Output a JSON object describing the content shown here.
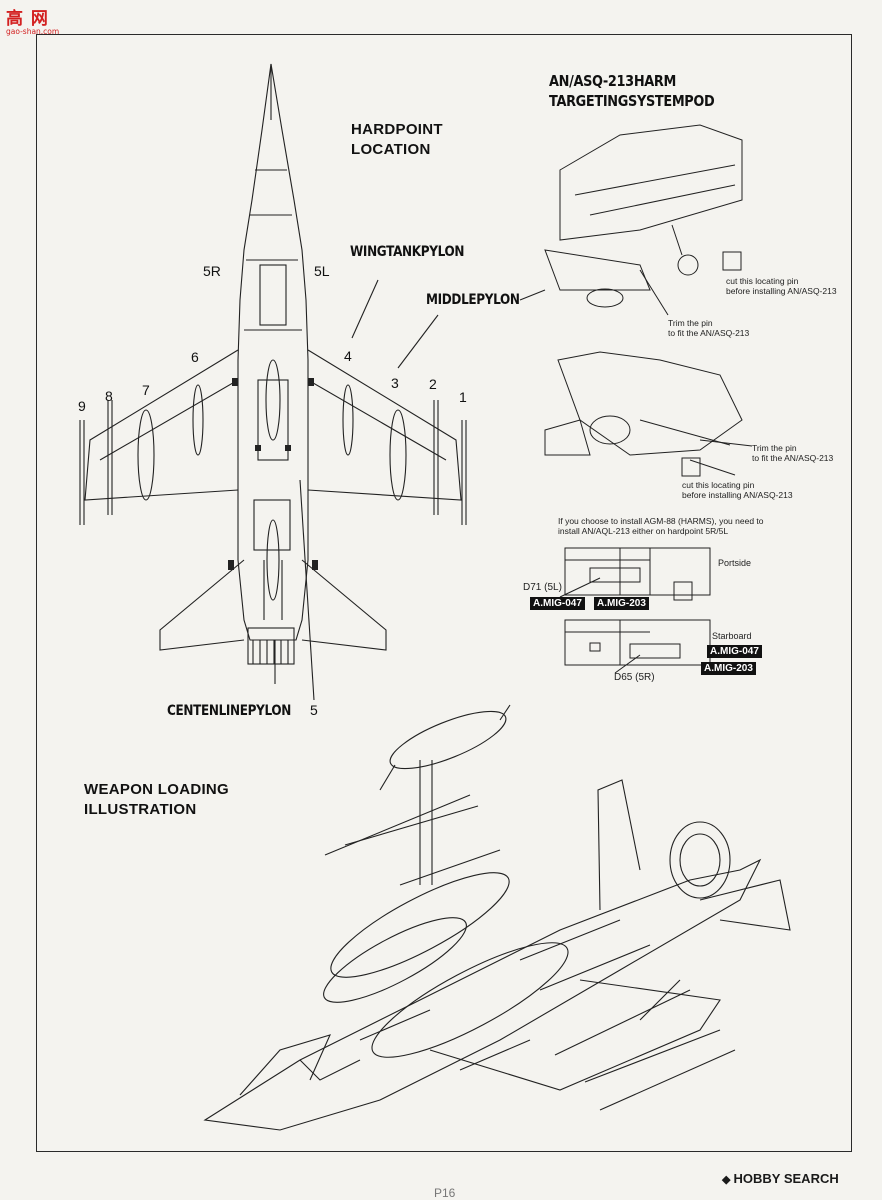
{
  "watermark": {
    "main": "高 网",
    "sub": "gao-shan.com"
  },
  "sections": {
    "hardpoint": {
      "line1": "HARDPOINT",
      "line2": "LOCATION"
    },
    "weapon": {
      "line1": "WEAPON LOADING",
      "line2": "ILLUSTRATION"
    },
    "harm": {
      "line1": "AN/ASQ-213HARM",
      "line2": "TARGETINGSYSTEMPOD"
    }
  },
  "pylons": {
    "wing_tank": "WINGTANKPYLON",
    "middle": "MIDDLEPYLON",
    "centerline": "CENTENLINEPYLON"
  },
  "hardpoints": [
    "9",
    "8",
    "7",
    "6",
    "5R",
    "5L",
    "4",
    "3",
    "2",
    "1",
    "5"
  ],
  "notes": {
    "cut_pin_1": "cut this locating pin",
    "cut_pin_1b": "before installing AN/ASQ-213",
    "trim_pin_1": "Trim the pin",
    "trim_pin_1b": "to fit the AN/ASQ-213",
    "trim_pin_2": "Trim the pin",
    "trim_pin_2b": "to fit the AN/ASQ-213",
    "cut_pin_2": "cut this locating pin",
    "cut_pin_2b": "before installing AN/ASQ-213",
    "agm_1": "If you choose to install AGM-88 (HARMS), you need to",
    "agm_2": "install AN/AQL-213 either on hardpoint 5R/5L"
  },
  "sides": {
    "port": "Portside",
    "starboard": "Starboard"
  },
  "parts": {
    "d71": "D71 (5L)",
    "d65": "D65 (5R)"
  },
  "paints": {
    "p1": "A.MIG-047",
    "p2": "A.MIG-203",
    "p3": "A.MIG-047",
    "p4": "A.MIG-203"
  },
  "footer": {
    "brand": "HOBBY SEARCH",
    "page": "P16"
  }
}
